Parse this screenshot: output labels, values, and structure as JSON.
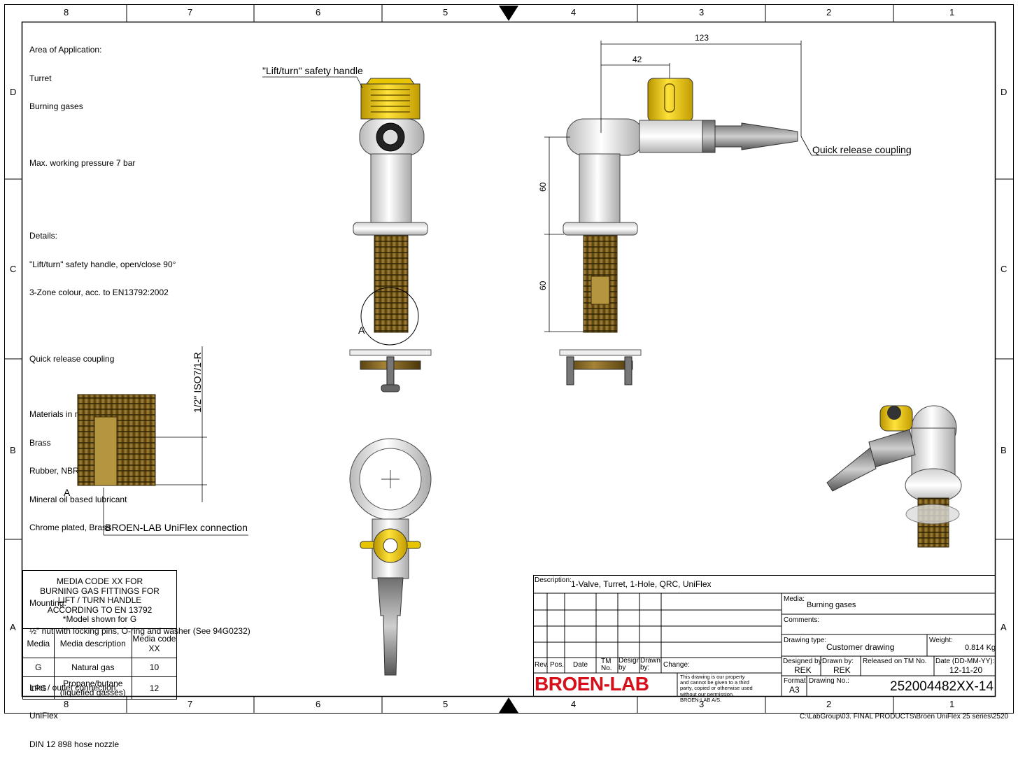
{
  "zones": {
    "columns": [
      "8",
      "7",
      "6",
      "5",
      "4",
      "3",
      "2",
      "1"
    ],
    "rows": [
      "D",
      "C",
      "B",
      "A"
    ]
  },
  "notes": {
    "area_title": "Area of Application:",
    "area_lines": [
      "Turret",
      "Burning gases"
    ],
    "pressure": "Max. working pressure 7 bar",
    "details_title": "Details:",
    "details_lines": [
      "\"Lift/turn\" safety handle, open/close 90°",
      "3-Zone colour, acc. to EN13792:2002"
    ],
    "quick_release": "Quick release coupling",
    "materials_title": "Materials in media contact:",
    "materials_lines": [
      "Brass",
      "Rubber, NBR",
      "Mineral oil based lubricant",
      "Chrome plated, Brass"
    ],
    "mounting_title": "Mounting:",
    "mounting_line": "½\" nut with locking pins, O-ring and washer (See 94G0232)",
    "inlet_title": "Inlet / outlet connection:",
    "inlet_lines": [
      "UniFlex",
      "DIN 12 898 hose nozzle"
    ]
  },
  "callouts": {
    "safety_handle": "\"Lift/turn\" safety handle",
    "quick_release": "Quick release coupling",
    "uniflex": "BROEN-LAB UniFlex connection",
    "detail_a1": "A",
    "detail_a2": "A",
    "thread": "1/2\" ISO7/1-R"
  },
  "dimensions": {
    "d123": "123",
    "d42": "42",
    "d60a": "60",
    "d60b": "60"
  },
  "media_table": {
    "title_lines": [
      "MEDIA CODE XX FOR",
      "BURNING GAS FITTINGS FOR",
      "LIFT / TURN  HANDLE",
      "ACCORDING TO EN 13792",
      "*Model shown for G"
    ],
    "headers": [
      "Media",
      "Media description",
      "Media code XX"
    ],
    "rows": [
      {
        "media": "G",
        "description": "Natural gas",
        "code": "10"
      },
      {
        "media": "LPG",
        "description": "Propane/butane (liquefied gasses)",
        "code": "12"
      }
    ]
  },
  "title_block": {
    "description_label": "Description:",
    "description": "1-Valve, Turret, 1-Hole, QRC, UniFlex",
    "media_label": "Media:",
    "media": "Burning gases",
    "comments_label": "Comments:",
    "drawing_type_label": "Drawing type:",
    "drawing_type": "Customer drawing",
    "weight_label": "Weight:",
    "weight": "0.814 Kg",
    "designed_by_label": "Designed by:",
    "designed_by": "REK",
    "drawn_by_label": "Drawn by:",
    "drawn_by": "REK",
    "released_label": "Released on TM No.",
    "date_label": "Date (DD-MM-YY):",
    "date": "12-11-20",
    "format_label": "Format:",
    "format": "A3",
    "drawing_no_label": "Drawing No.:",
    "drawing_no": "252004482XX-14",
    "rev_headers": [
      "Rev.",
      "Pos.",
      "Date",
      "TM No.",
      "Design by",
      "Drawn by:",
      "Change:"
    ],
    "brand": "BROEN-LAB",
    "disclaimer": "This drawing is our property and cannot be given to a third party, copied or otherwise used without our permission.  BROEN-LAB A/S."
  },
  "file_path": "C:\\LabGroup\\03. FINAL PRODUCTS\\Broen UniFlex 25 series\\2520"
}
